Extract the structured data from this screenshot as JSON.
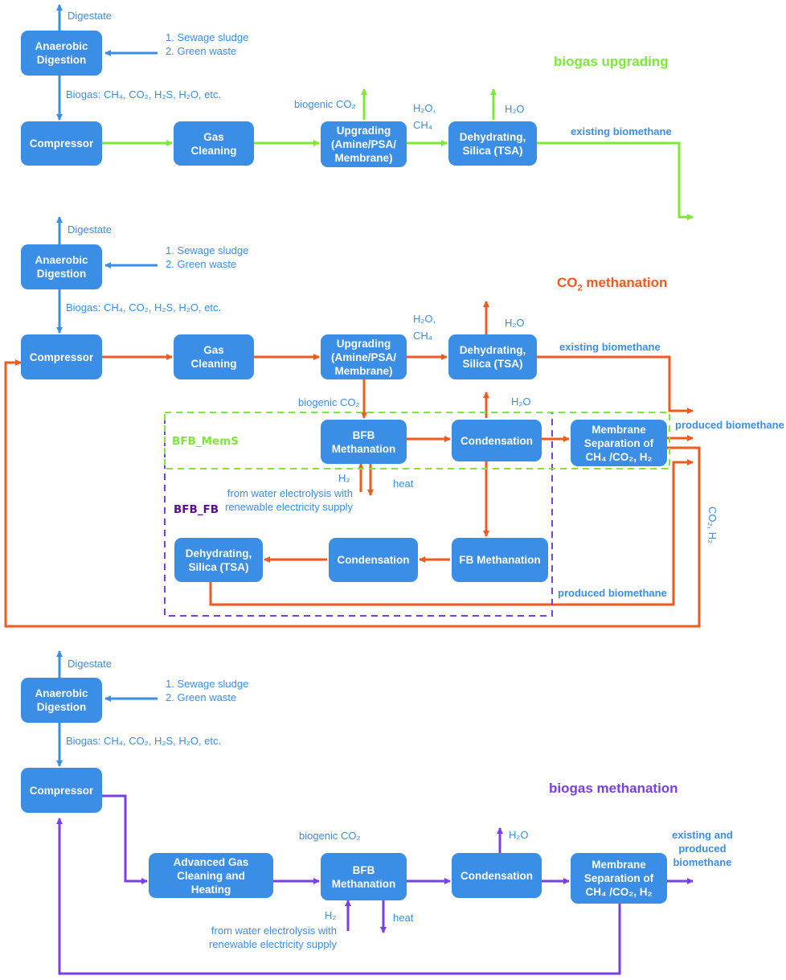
{
  "colors": {
    "box": "#3a8ee6",
    "blue_flow": "#3a8ee6",
    "upgrading_flow": "#7de83a",
    "methanation_flow": "#f05a1e",
    "biogas_methanation_flow": "#7a3ee6",
    "bfb_fb_title": "#5a0f8c"
  },
  "titles": {
    "biogas_upgrading": "biogas upgrading",
    "co2_methanation_pre": "CO",
    "co2_methanation_sub": "2",
    "co2_methanation_post": " methanation",
    "biogas_methanation": "biogas methanation"
  },
  "regions": {
    "bfb_mems": "BFB_MemS",
    "bfb_fb": "BFB_FB"
  },
  "boxes": {
    "anaerobic_digestion": "Anaerobic\nDigestion",
    "compressor": "Compressor",
    "gas_cleaning": "Gas\nCleaning",
    "upgrading": "Upgrading\n(Amine/PSA/\nMembrane)",
    "dehydrating": "Dehydrating,\nSilica (TSA)",
    "bfb_methanation": "BFB\nMethanation",
    "condensation": "Condensation",
    "membrane_separation": "Membrane\nSeparation of\nCH₄ /CO₂, H₂",
    "fb_methanation": "FB Methanation",
    "dehydrating_fb": "Dehydrating,\nSilica  (TSA)",
    "advanced_gas_cleaning": "Advanced Gas\nCleaning and\nHeating"
  },
  "labels": {
    "digestate": "Digestate",
    "feed": "1. Sewage sludge\n2. Green waste",
    "biogas_composition": "Biogas: CH₄, CO₂, H₂S, H₂O, etc.",
    "biogenic_co2": "biogenic CO₂",
    "h2o_ch4": "H₂O,\nCH₄",
    "h2o": "H₂O",
    "existing_biomethane": "existing biomethane",
    "produced_biomethane": "produced biomethane",
    "h2": "H₂",
    "heat": "heat",
    "electrolysis": "from water electrolysis with\nrenewable electricity supply",
    "co2_h2": "CO₂, H₂",
    "existing_and_produced": "existing and\nproduced\nbiomethane"
  }
}
